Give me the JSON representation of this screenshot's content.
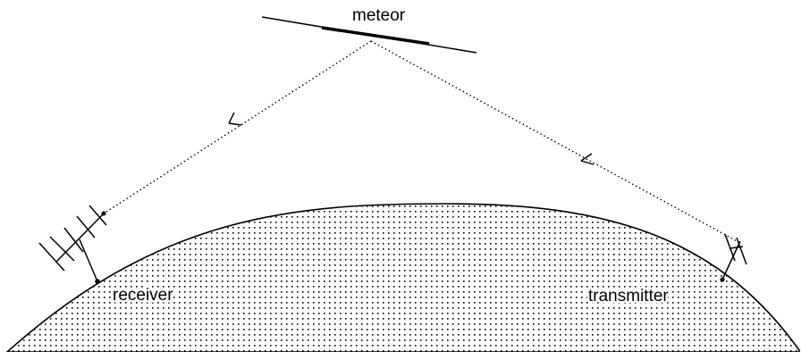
{
  "labels": {
    "meteor": "meteor",
    "receiver": "receiver",
    "transmitter": "transmitter"
  },
  "colors": {
    "ink": "#000000",
    "background": "#ffffff",
    "earth_dots": "#000000"
  }
}
